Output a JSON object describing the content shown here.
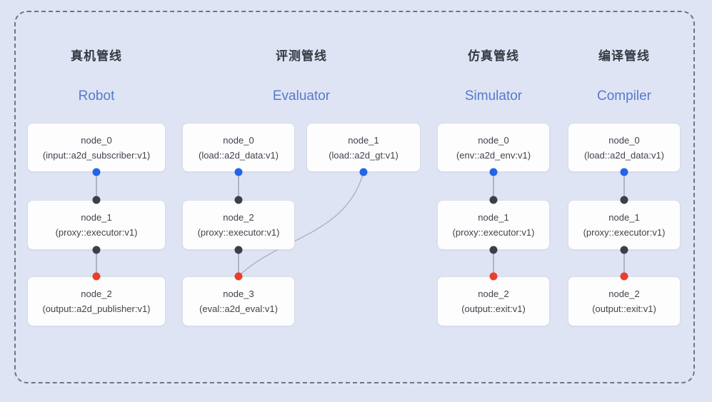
{
  "figure": {
    "description_colors": {
      "background": "#dee4f4",
      "frame_dash": "#70757e",
      "node_fill": "#fdfdfe",
      "node_border": "#d8dce4",
      "node_text": "#3f444b",
      "title_zh": "#343a41",
      "title_en": "#5878cc",
      "port_output_blue": "#2563e8",
      "port_mid_black": "#3b4046",
      "port_input_red": "#ea3f2c",
      "edge_line": "#979ca6",
      "edge_curve": "#a6afc2"
    }
  },
  "pipelines": [
    {
      "title_zh": "真机管线",
      "title_en": "Robot",
      "nodes": [
        {
          "name": "node_0",
          "type": "(input::a2d_subscriber:v1)"
        },
        {
          "name": "node_1",
          "type": "(proxy::executor:v1)"
        },
        {
          "name": "node_2",
          "type": "(output::a2d_publisher:v1)"
        }
      ]
    },
    {
      "title_zh": "评测管线",
      "title_en": "Evaluator",
      "nodes": [
        {
          "name": "node_0",
          "type": "(load::a2d_data:v1)"
        },
        {
          "name": "node_1",
          "type": "(load::a2d_gt:v1)"
        },
        {
          "name": "node_2",
          "type": "(proxy::executor:v1)"
        },
        {
          "name": "node_3",
          "type": "(eval::a2d_eval:v1)"
        }
      ]
    },
    {
      "title_zh": "仿真管线",
      "title_en": "Simulator",
      "nodes": [
        {
          "name": "node_0",
          "type": "(env::a2d_env:v1)"
        },
        {
          "name": "node_1",
          "type": "(proxy::executor:v1)"
        },
        {
          "name": "node_2",
          "type": "(output::exit:v1)"
        }
      ]
    },
    {
      "title_zh": "编译管线",
      "title_en": "Compiler",
      "nodes": [
        {
          "name": "node_0",
          "type": "(load::a2d_data:v1)"
        },
        {
          "name": "node_1",
          "type": "(proxy::executor:v1)"
        },
        {
          "name": "node_2",
          "type": "(output::exit:v1)"
        }
      ]
    }
  ]
}
